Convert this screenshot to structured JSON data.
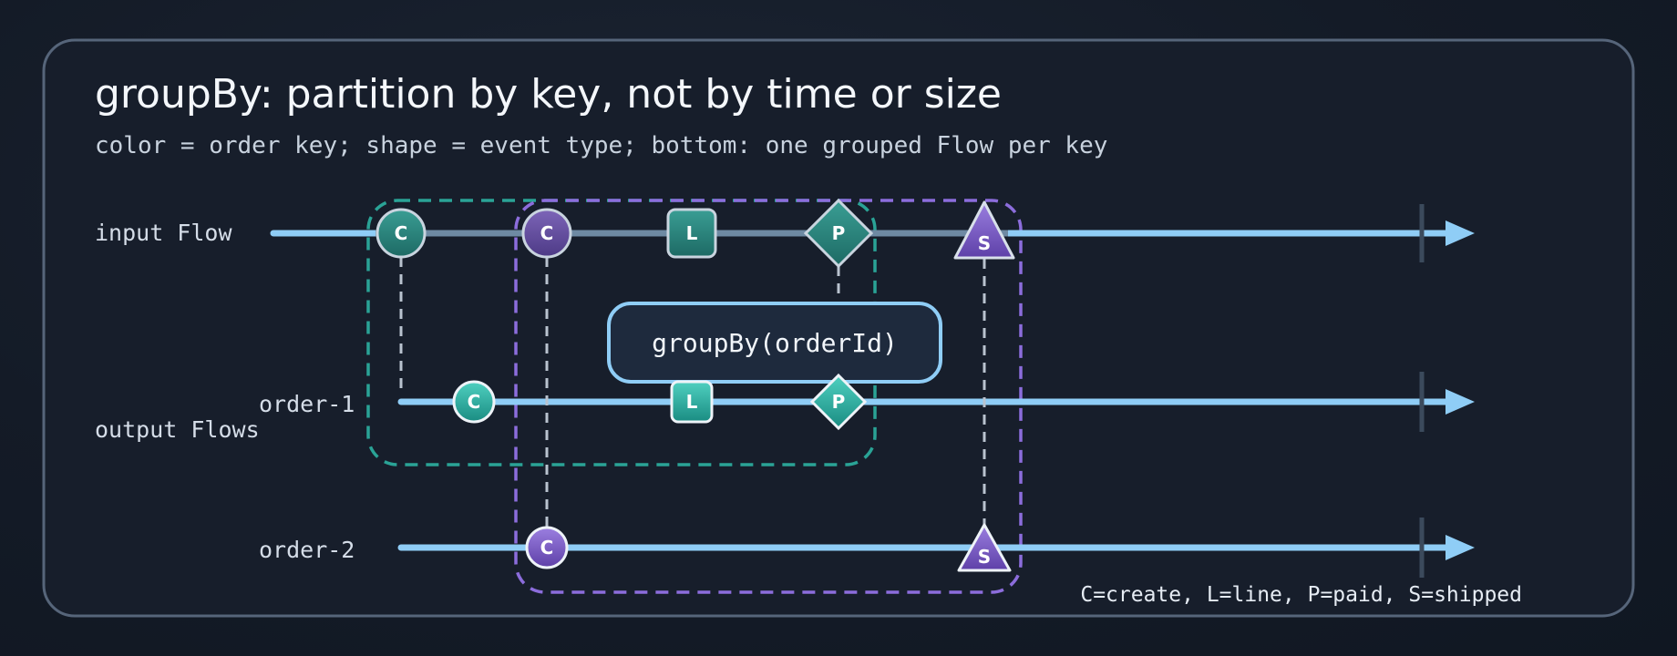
{
  "title": "groupBy: partition by key, not by time or size",
  "subtitle": "color = order key; shape = event type; bottom: one grouped Flow per key",
  "labels": {
    "input": "input Flow",
    "output": "output Flows",
    "order1": "order-1",
    "order2": "order-2"
  },
  "operator": "groupBy(orderId)",
  "legend": "C=create, L=line, P=paid, S=shipped",
  "keys": {
    "order-1": "#2bb3a6",
    "order-2": "#7b5cc8"
  },
  "colors": {
    "line": "#8fcdf6",
    "operator_border": "#8fcdf6",
    "operator_fill": "#1e2a3d",
    "drop_line": "#b9c3cf",
    "panel_border": "#56657a"
  },
  "events": [
    {
      "letter": "C",
      "shape": "circle",
      "key": "order-1"
    },
    {
      "letter": "C",
      "shape": "circle",
      "key": "order-2"
    },
    {
      "letter": "L",
      "shape": "square",
      "key": "order-1"
    },
    {
      "letter": "P",
      "shape": "diamond",
      "key": "order-1"
    },
    {
      "letter": "S",
      "shape": "triangle",
      "key": "order-2"
    }
  ]
}
